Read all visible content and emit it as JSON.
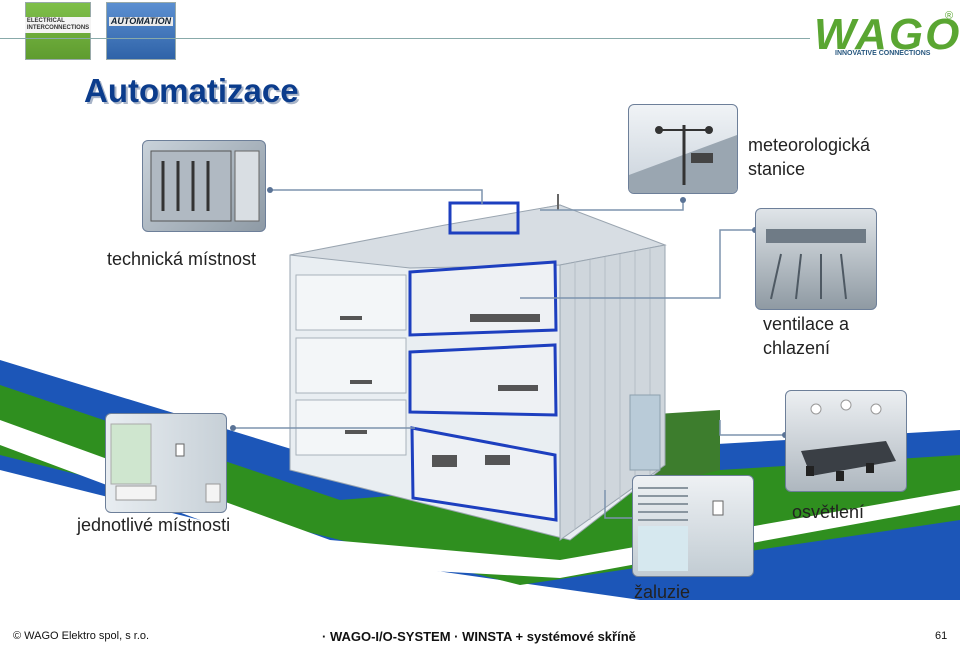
{
  "header": {
    "badge_electrical": "ELECTRICAL INTERCONNECTIONS",
    "badge_automation": "AUTOMATION",
    "title": "Automatizace",
    "logo": {
      "brand": "WAGO",
      "tagline": "INNOVATIVE CONNECTIONS",
      "registered": "®"
    }
  },
  "labels": {
    "meteo": "meteorologická stanice",
    "technical_room": "technická místnost",
    "ventilation": "ventilace a chlazení",
    "rooms": "jednotlivé místnosti",
    "lighting": "osvětlení",
    "blinds": "žaluzie"
  },
  "footer": {
    "copyright": "© WAGO Elektro spol, s r.o.",
    "system": "· WAGO-I/O-SYSTEM · WINSTA + systémové skříně",
    "page": "61"
  },
  "colors": {
    "title": "#0b3c8c",
    "wago_green": "#5aa632",
    "highlight_blue": "#1d3fbf",
    "grass": "#2f8f1f",
    "sky_blue": "#1c56b8"
  }
}
